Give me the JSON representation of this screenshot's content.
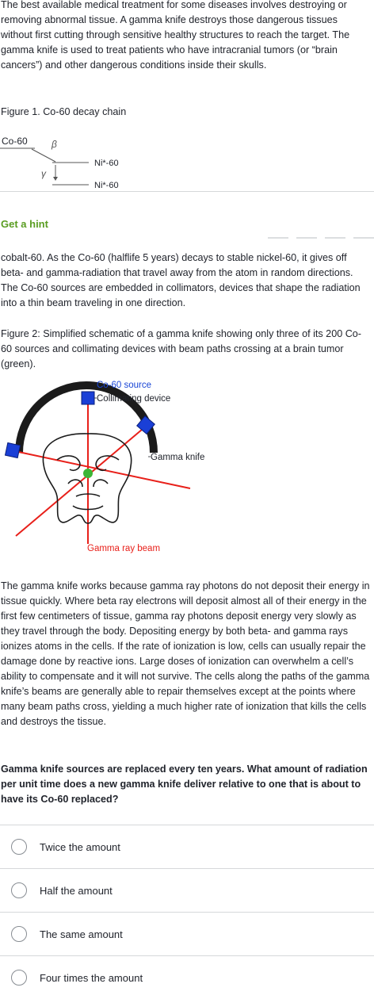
{
  "intro_paragraph": "The best available medical treatment for some diseases involves destroying or removing abnormal tissue. A gamma knife destroys those dangerous tissues without first cutting through sensitive healthy structures to reach the target. The gamma knife is used to treat patients who have intracranial tumors (or “brain cancers”) and other dangerous conditions inside their skulls.",
  "figure1": {
    "caption_label": "Figure 1",
    "caption_text": ". Co-60 decay chain",
    "parent": "Co-60",
    "beta": "β",
    "gamma": "γ",
    "excited": "Ni*-60",
    "ground": "Ni*-60"
  },
  "hint_label": "Get a hint",
  "second_paragraph": "cobalt-60. As the Co-60 (halflife 5 years) decays to stable nickel-60, it gives off beta- and gamma-radiation that travel away from the atom in random directions. The Co-60 sources are embedded in collimators, devices that shape the radiation into a thin beam traveling in one direction.",
  "figure2": {
    "caption_label": "Figure 2",
    "caption_text": ": Simplified schematic of a gamma knife showing only three of its 200 Co-60 sources and collimating devices with beam paths crossing at a brain tumor (green).",
    "label_source": "Co-60 source",
    "label_collimator": "Collimating device",
    "label_knife": "Gamma knife",
    "label_beam": "Gamma ray beam",
    "colors": {
      "source": "#1a3fd6",
      "beam": "#e8201a",
      "tumor": "#3db536",
      "label": "#1a46d6",
      "beam_label": "#e8201a"
    }
  },
  "third_paragraph": "The gamma knife works because gamma ray photons do not deposit their energy in tissue quickly. Where beta ray electrons will deposit almost all of their energy in the first few centimeters of tissue, gamma ray photons deposit energy very slowly as they travel through the body. Depositing energy by both beta- and gamma rays ionizes atoms in the cells. If the rate of ionization is low, cells can usually repair the damage done by reactive ions. Large doses of ionization can overwhelm a cell’s ability to compensate and it will not survive. The cells along the paths of the gamma knife’s beams are generally able to repair themselves except at the points where many beam paths cross, yielding a much higher rate of ionization that kills the cells and destroys the tissue.",
  "question": "Gamma knife sources are replaced every ten years. What amount of radiation per unit time does a new gamma knife deliver relative to one that is about to have its Co-60 replaced?",
  "choices": [
    {
      "label": "Twice the amount"
    },
    {
      "label": "Half the amount"
    },
    {
      "label": "The same amount"
    },
    {
      "label": "Four times the amount"
    }
  ]
}
